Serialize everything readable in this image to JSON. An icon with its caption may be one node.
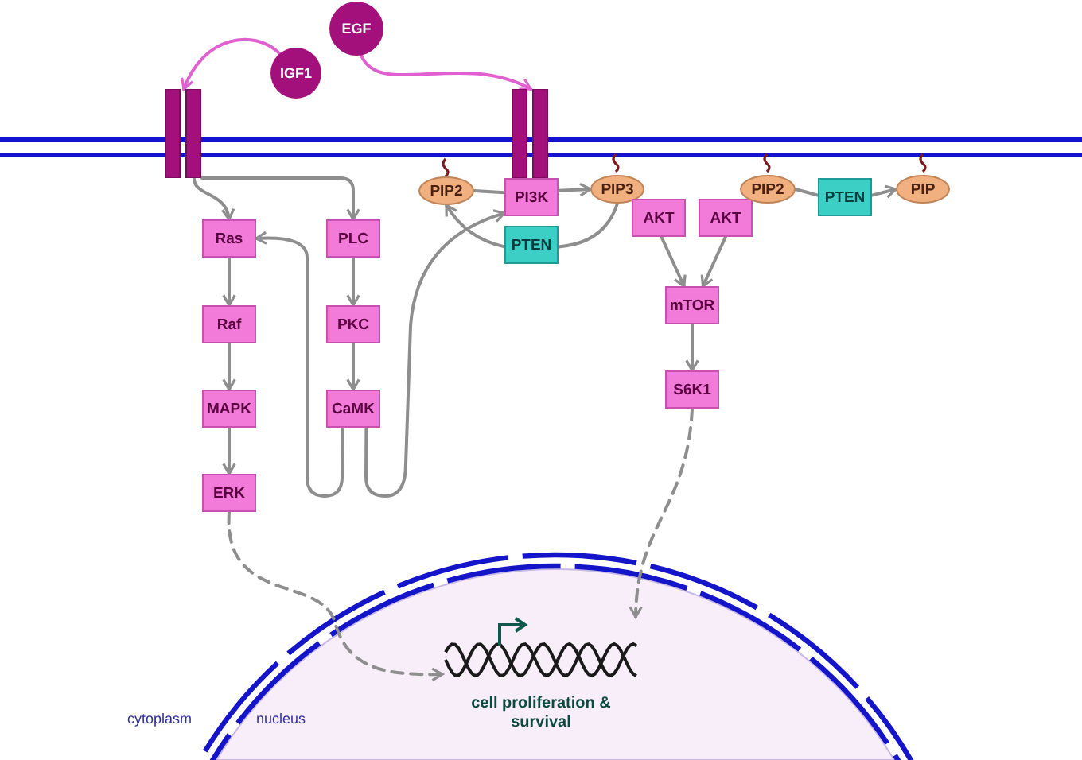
{
  "diagram": {
    "nodes": [
      {
        "text": [
          "EGF"
        ]
      },
      {
        "text": [
          "IGF1"
        ]
      },
      {
        "text": [],
        "shape": "bar"
      },
      {
        "text": [],
        "shape": "bar"
      },
      {
        "text": [
          "Ras"
        ]
      },
      {
        "text": [
          "Raf"
        ]
      },
      {
        "text": [
          "MAPK"
        ]
      },
      {
        "text": [
          "ERK"
        ]
      },
      {
        "text": [
          "PLC"
        ]
      },
      {
        "text": [
          "PKC"
        ]
      },
      {
        "text": [
          "CaMK"
        ]
      },
      {
        "text": [
          "PIP2"
        ]
      },
      {
        "text": [
          "PI3K"
        ]
      },
      {
        "text": [
          "PIP3"
        ]
      },
      {
        "text": [
          "PTEN"
        ]
      },
      {
        "text": [
          "AKT"
        ]
      },
      {
        "text": [
          "AKT"
        ]
      },
      {
        "text": [
          "PIP2"
        ]
      },
      {
        "text": [
          "PTEN"
        ]
      },
      {
        "text": [
          "PIP"
        ]
      },
      {
        "text": [
          "mTOR"
        ]
      },
      {
        "text": [
          "S6K1"
        ]
      },
      {
        "text": [],
        "shape": "picture",
        "beside": [
          "cell proliferation & survival"
        ]
      }
    ],
    "edges": [
      {
        "from": 1,
        "to": 2,
        "arrow": "to",
        "color": "#e060d0"
      },
      {
        "from": 0,
        "to": 3,
        "arrow": "to",
        "color": "#e060d0"
      },
      {
        "from": 2,
        "to": 4,
        "arrow": "to"
      },
      {
        "from": 2,
        "to": 8,
        "arrow": "to"
      },
      {
        "from": 4,
        "to": 5,
        "arrow": "to"
      },
      {
        "from": 5,
        "to": 6,
        "arrow": "to"
      },
      {
        "from": 6,
        "to": 7,
        "arrow": "to"
      },
      {
        "from": 8,
        "to": 9,
        "arrow": "to"
      },
      {
        "from": 9,
        "to": 10,
        "arrow": "to"
      },
      {
        "from": 10,
        "to": 4,
        "arrow": "to"
      },
      {
        "from": 10,
        "to": 12,
        "arrow": "to"
      },
      {
        "from": 11,
        "to": 12,
        "arrow": "none"
      },
      {
        "from": 12,
        "to": 13,
        "arrow": "to"
      },
      {
        "from": 13,
        "to": 14,
        "arrow": "none"
      },
      {
        "from": 14,
        "to": 11,
        "arrow": "to"
      },
      {
        "from": 15,
        "to": 20,
        "arrow": "to"
      },
      {
        "from": 16,
        "to": 20,
        "arrow": "to"
      },
      {
        "from": 17,
        "to": 18,
        "arrow": "none"
      },
      {
        "from": 18,
        "to": 19,
        "arrow": "to"
      },
      {
        "from": 20,
        "to": 21,
        "arrow": "to"
      },
      {
        "from": 7,
        "to": 22,
        "arrow": "to",
        "style": "dashed"
      },
      {
        "from": 21,
        "to": 22,
        "arrow": "to",
        "style": "dashed"
      }
    ],
    "labels": [
      "cytoplasm",
      "nucleus"
    ]
  }
}
